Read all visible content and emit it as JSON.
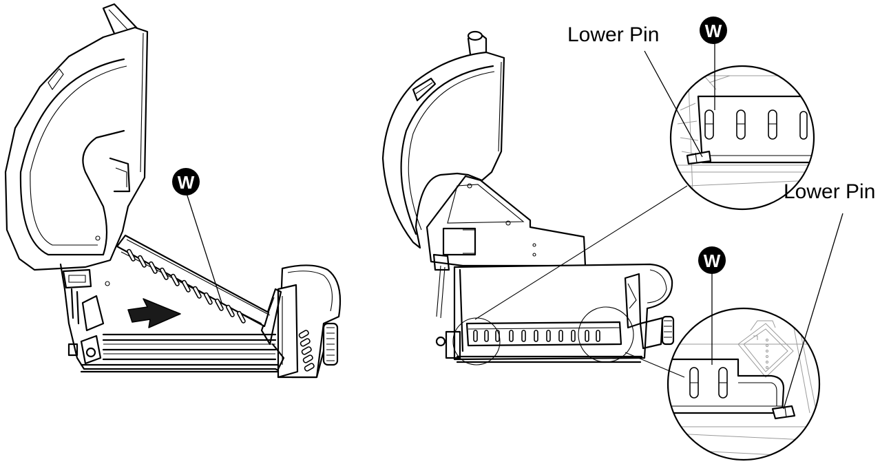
{
  "callouts": {
    "badge_letter": "W",
    "lower_pin_top": "Lower Pin",
    "lower_pin_bottom": "Lower Pin"
  },
  "colors": {
    "ink": "#000000",
    "badge_fill": "#000000",
    "badge_text": "#ffffff",
    "background": "#ffffff"
  }
}
